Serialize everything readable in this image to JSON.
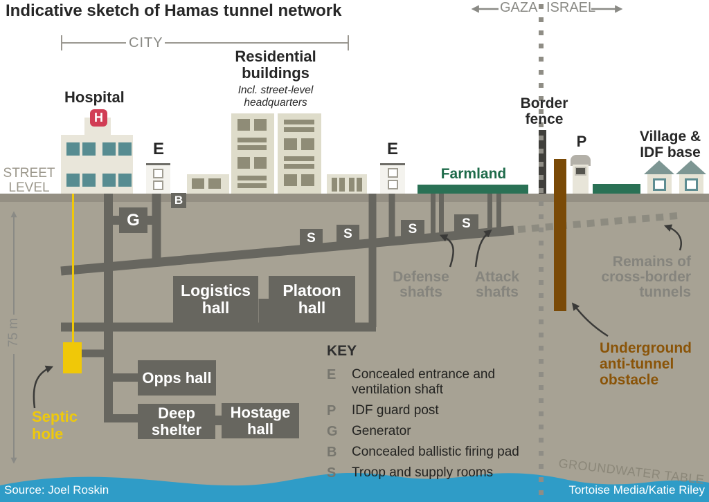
{
  "title": "Indicative sketch of Hamas tunnel network",
  "regions": {
    "gaza": "GAZA",
    "israel": "ISRAEL",
    "city": "CITY"
  },
  "ground_labels": {
    "street_level": "STREET LEVEL",
    "depth": "75 m",
    "groundwater": "GROUNDWATER TABLE"
  },
  "surface": {
    "hospital_label": "Hospital",
    "hospital_sign": "H",
    "residential_label": "Residential buildings",
    "residential_note": "Incl. street-level headquarters",
    "entrance_label": "E",
    "farmland_label": "Farmland",
    "border_fence_label": "Border fence",
    "guard_post_label": "P",
    "village_label": "Village & IDF base"
  },
  "underground": {
    "generator": "G",
    "firing_pad": "B",
    "supply_room": "S",
    "logistics_hall": "Logistics hall",
    "platoon_hall": "Platoon hall",
    "opps_hall": "Opps hall",
    "deep_shelter": "Deep shelter",
    "hostage_hall": "Hostage hall",
    "septic_label": "Septic hole",
    "defense_label": "Defense shafts",
    "attack_label": "Attack shafts",
    "remains_label": "Remains of cross-border tunnels",
    "obstacle_label": "Underground anti-tunnel obstacle"
  },
  "key": {
    "title": "KEY",
    "items": [
      {
        "letter": "E",
        "desc": "Concealed entrance and ventilation shaft"
      },
      {
        "letter": "P",
        "desc": "IDF guard post"
      },
      {
        "letter": "G",
        "desc": "Generator"
      },
      {
        "letter": "B",
        "desc": "Concealed ballistic firing pad"
      },
      {
        "letter": "S",
        "desc": "Troop and supply rooms"
      }
    ]
  },
  "footer": {
    "source": "Source: Joel Roskin",
    "credit": "Tortoise Media/Katie Riley"
  },
  "colors": {
    "ground": "#a7a294",
    "street": "#948f83",
    "tunnel": "#67665f",
    "water": "#2f9cc7",
    "farmland": "#2a7155",
    "farmland_text": "#1e6b4a",
    "obstacle": "#7a4a07",
    "obstacle_text": "#8a5408",
    "septic": "#f0c808",
    "hospital_sign": "#d13d55",
    "hospital_window": "#578c91",
    "building_cream": "#e9e6da",
    "gray_label": "#85847d"
  }
}
